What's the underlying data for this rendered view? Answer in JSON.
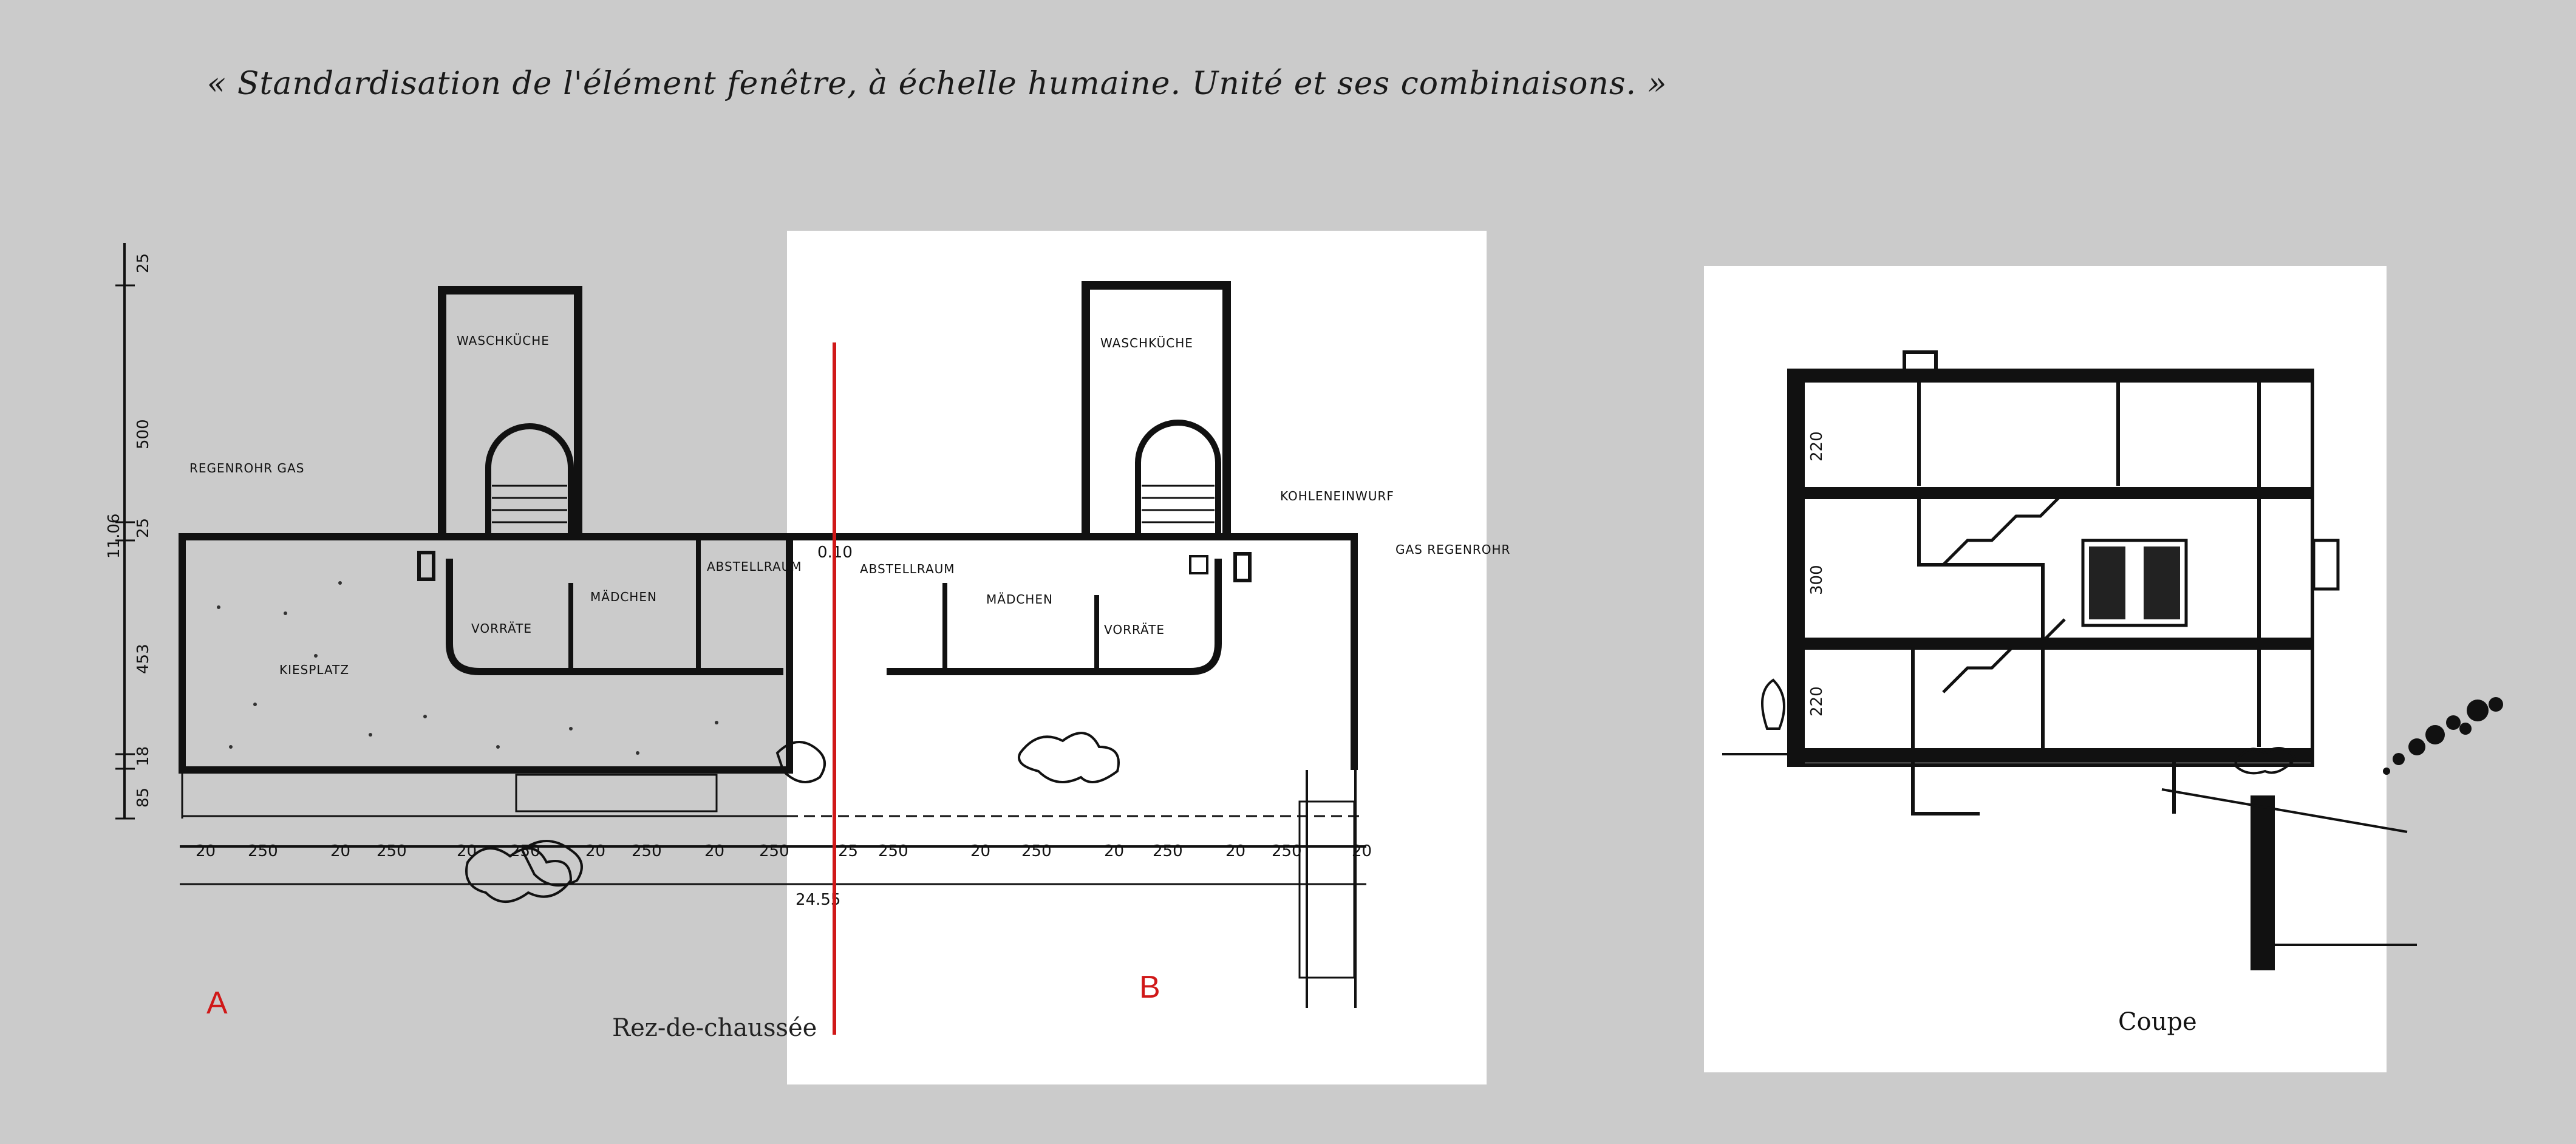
{
  "caption": "« Standardisation de l'élément fenêtre, à échelle humaine. Unité et ses combinaisons. »",
  "plan_a": {
    "marker": "A",
    "rooms": {
      "waschkueche": "WASCHKÜCHE",
      "regenrohr_gas": "REGENROHR GAS",
      "vorraete": "VORRÄTE",
      "maedchen": "MÄDCHEN",
      "abstellraum": "ABSTELLRAUM",
      "kiesplatz": "KIESPLATZ"
    },
    "vertical_dims": [
      "11.06",
      "25",
      "500",
      "25",
      "453",
      "18",
      "85"
    ],
    "horizontal_dims": [
      "20",
      "250",
      "20",
      "250",
      "20",
      "250",
      "20",
      "250",
      "20",
      "250",
      "25"
    ]
  },
  "plan_b": {
    "marker": "B",
    "rooms": {
      "waschkueche": "WASCHKÜCHE",
      "kohleneinwurf": "KOHLENEINWURF",
      "gas_regenrohr": "GAS REGENROHR",
      "abstellraum": "ABSTELLRAUM",
      "maedchen": "MÄDCHEN",
      "vorraete": "VORRÄTE"
    },
    "dim_top": "0.10",
    "horizontal_dims": [
      "250",
      "20",
      "250",
      "20",
      "250",
      "20",
      "250",
      "20"
    ],
    "total": "24.55"
  },
  "ground_caption": "Rez-de-chaussée",
  "section": {
    "caption": "Coupe",
    "dims": [
      "220",
      "300",
      "220"
    ]
  },
  "colors": {
    "background": "#cbcbcb",
    "marker": "#d01818",
    "ink": "#111111"
  }
}
